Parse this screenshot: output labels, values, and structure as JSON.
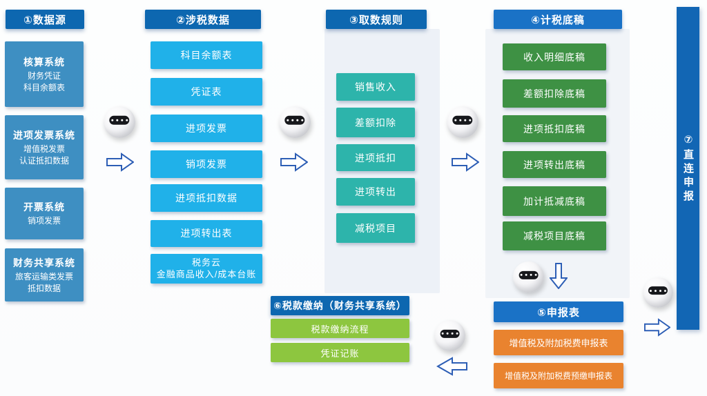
{
  "flow": {
    "col1": {
      "header": "①数据源",
      "items": [
        {
          "title": "核算系统",
          "sub": "财务凭证\n科目余额表"
        },
        {
          "title": "进项发票系统",
          "sub": "增值税发票\n认证抵扣数据"
        },
        {
          "title": "开票系统",
          "sub": "销项发票"
        },
        {
          "title": "财务共享系统",
          "sub": "旅客运输类发票\n抵扣数据"
        }
      ]
    },
    "col2": {
      "header": "②涉税数据",
      "items": [
        "科目余额表",
        "凭证表",
        "进项发票",
        "销项发票",
        "进项抵扣数据",
        "进项转出表",
        "税务云\n金融商品收入/成本台账"
      ]
    },
    "col3": {
      "header": "③取数规则",
      "items": [
        "销售收入",
        "差额扣除",
        "进项抵扣",
        "进项转出",
        "减税项目"
      ]
    },
    "col4": {
      "header": "④计税底稿",
      "items": [
        "收入明细底稿",
        "差额扣除底稿",
        "进项抵扣底稿",
        "进项转出底稿",
        "加计抵减底稿",
        "减税项目底稿"
      ]
    },
    "col5": {
      "header": "⑤申报表",
      "items": [
        "增值税及附加税费申报表",
        "增值税及附加税费预缴申报表"
      ]
    },
    "col6": {
      "header": "⑥税款缴纳（财务共享系统）",
      "items": [
        "税款缴纳流程",
        "凭证记账"
      ]
    },
    "col7": {
      "header": "⑦直连申报"
    }
  },
  "colors": {
    "header_blue": "#0d67b0",
    "header_blue_bright": "#1a72c6",
    "col1_blue": "#3e8fc2",
    "col2_cyan": "#20b1e9",
    "col3_teal": "#2db4ab",
    "col4_green": "#3e9144",
    "col5_orange": "#e9832f",
    "col6_green": "#8dc63f",
    "bar_blue": "#1266b4",
    "arrow_blue": "#2d5eb5"
  }
}
